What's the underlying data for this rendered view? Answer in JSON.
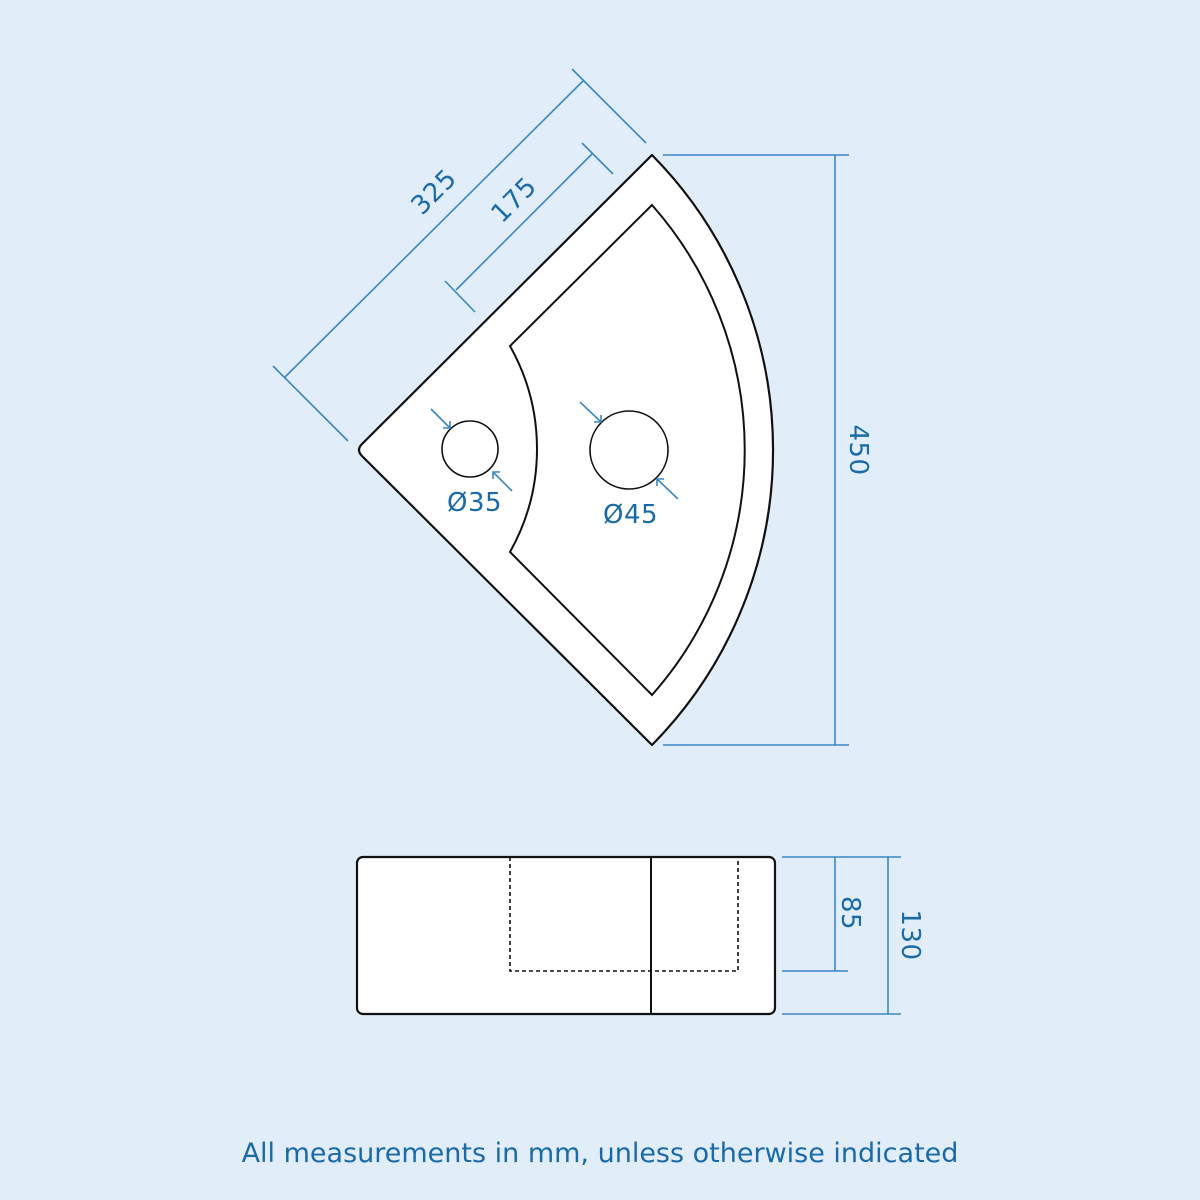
{
  "dimensions": {
    "edge_length": "325",
    "offset": "175",
    "width": "450",
    "hole_small": "Ø35",
    "hole_large": "Ø45",
    "basin_depth": "85",
    "total_height": "130"
  },
  "footer": "All measurements in mm, unless otherwise indicated",
  "colors": {
    "background": "#e1eef9",
    "dimension": "#3a87c2",
    "text": "#1a6aa8",
    "outline": "#111111"
  }
}
